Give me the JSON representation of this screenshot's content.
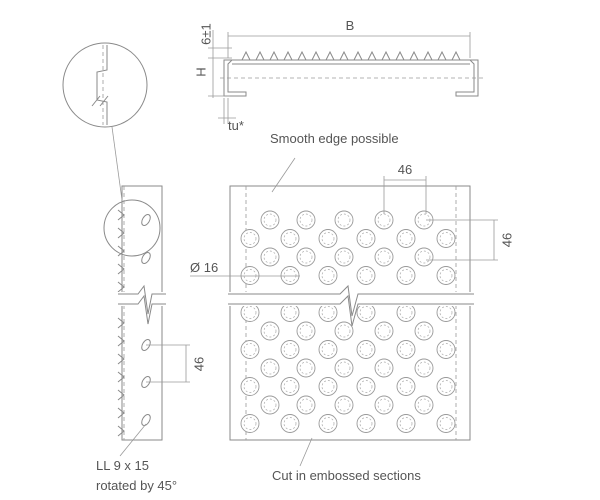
{
  "profile_view": {
    "width_label": "B",
    "height_label": "H",
    "tooth_height_label": "6±1",
    "thickness_label": "tu*"
  },
  "front_view": {
    "pitch_horizontal_label": "46",
    "pitch_vertical_label": "46",
    "hole_diameter_label": "Ø 16",
    "smooth_edge_note": "Smooth edge possible",
    "cut_note": "Cut in embossed sections"
  },
  "side_view": {
    "slot_pitch_label": "46",
    "slot_note_line1": "LL 9 x 15",
    "slot_note_line2": "rotated by 45°"
  }
}
